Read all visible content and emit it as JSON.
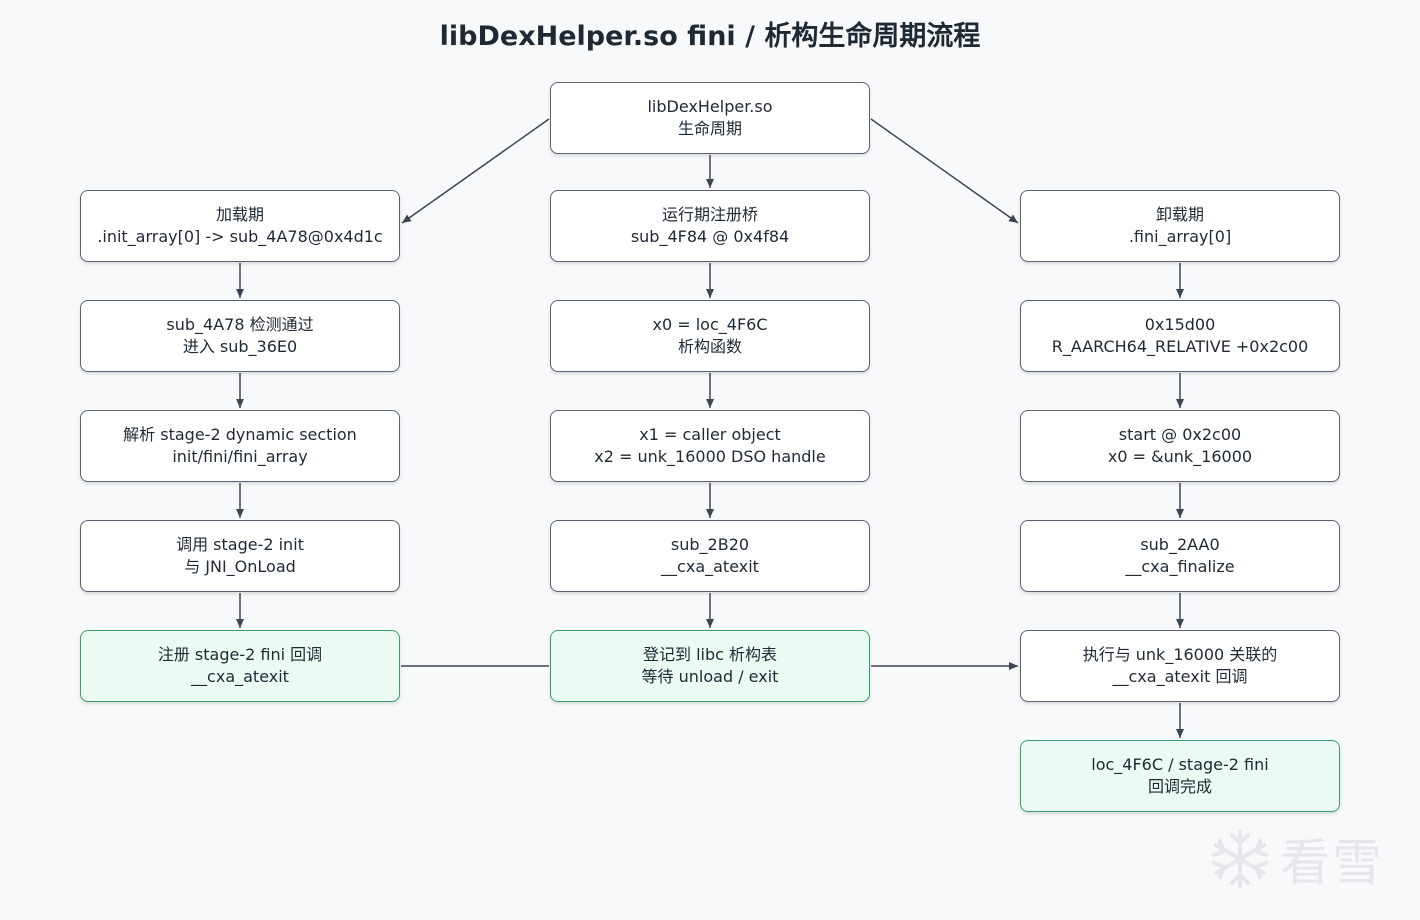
{
  "title": "libDexHelper.so fini / 析构生命周期流程",
  "nodes": {
    "root": {
      "line1": "libDexHelper.so",
      "line2": "生命周期"
    },
    "load": {
      "line1": "加载期",
      "line2": ".init_array[0] -> sub_4A78@0x4d1c"
    },
    "detect": {
      "line1": "sub_4A78 检测通过",
      "line2": "进入 sub_36E0"
    },
    "parse": {
      "line1": "解析 stage-2 dynamic section",
      "line2": "init/fini/fini_array"
    },
    "call_init": {
      "line1": "调用 stage-2 init",
      "line2": "与 JNI_OnLoad"
    },
    "register": {
      "line1": "注册 stage-2 fini 回调",
      "line2": "__cxa_atexit"
    },
    "runtime": {
      "line1": "运行期注册桥",
      "line2": "sub_4F84 @ 0x4f84"
    },
    "x0": {
      "line1": "x0 = loc_4F6C",
      "line2": "析构函数"
    },
    "x1x2": {
      "line1": "x1 = caller object",
      "line2": "x2 = unk_16000 DSO handle"
    },
    "sub2b20": {
      "line1": "sub_2B20",
      "line2": "__cxa_atexit"
    },
    "libc": {
      "line1": "登记到 libc 析构表",
      "line2": "等待 unload / exit"
    },
    "unload": {
      "line1": "卸载期",
      "line2": ".fini_array[0]"
    },
    "reloc": {
      "line1": "0x15d00",
      "line2": "R_AARCH64_RELATIVE +0x2c00"
    },
    "start": {
      "line1": "start @ 0x2c00",
      "line2": "x0 = &unk_16000"
    },
    "sub2aa0": {
      "line1": "sub_2AA0",
      "line2": "__cxa_finalize"
    },
    "exec": {
      "line1": "执行与 unk_16000 关联的",
      "line2": "__cxa_atexit 回调"
    },
    "done": {
      "line1": "loc_4F6C / stage-2 fini",
      "line2": "回调完成"
    }
  },
  "watermark": {
    "text": "看雪",
    "icon": "snowflake-icon"
  },
  "colors": {
    "edge": "#3d4653",
    "node_border": "#596372",
    "green_fill": "#ebfaf3",
    "green_border": "#3a9e6e"
  }
}
